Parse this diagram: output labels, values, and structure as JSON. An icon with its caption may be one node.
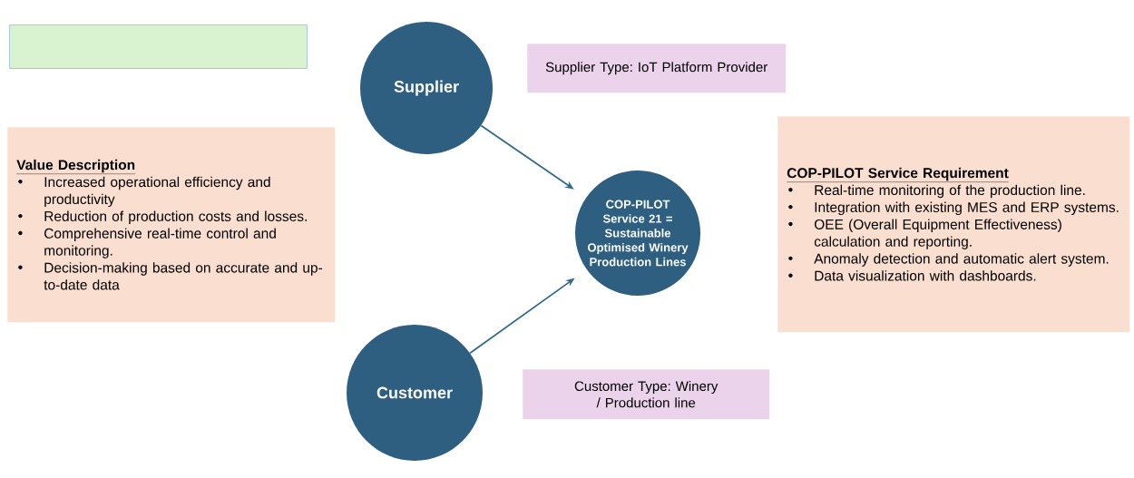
{
  "diagram": {
    "nodes": [
      {
        "text": [],
        "shape": "box"
      },
      {
        "text": [
          "Supplier"
        ]
      },
      {
        "text": [
          "Supplier Type: IoT Platform Provider"
        ]
      },
      {
        "text": [
          "Value Description",
          "Increased operational efficiency and productivity",
          "Reduction of production costs and losses.",
          "Comprehensive real-time control and monitoring.",
          "Decision-making based on accurate and up-to-date data"
        ]
      },
      {
        "text": [
          "COP-PILOT Service 21 = Sustainable Optimised Winery Production Lines"
        ]
      },
      {
        "text": [
          "COP-PILOT Service Requirement",
          "Real-time monitoring of the production line.",
          "Integration with existing MES and ERP systems.",
          "OEE (Overall Equipment Effectiveness) calculation and reporting.",
          "Anomaly detection and automatic alert system.",
          "Data visualization with dashboards."
        ]
      },
      {
        "text": [
          "Customer"
        ]
      },
      {
        "text": [
          "Customer Type: Winery / Production line"
        ]
      }
    ],
    "edges": [
      {
        "from": 1,
        "to": 4,
        "arrow": "to"
      },
      {
        "from": 6,
        "to": 4,
        "arrow": "to"
      }
    ]
  }
}
